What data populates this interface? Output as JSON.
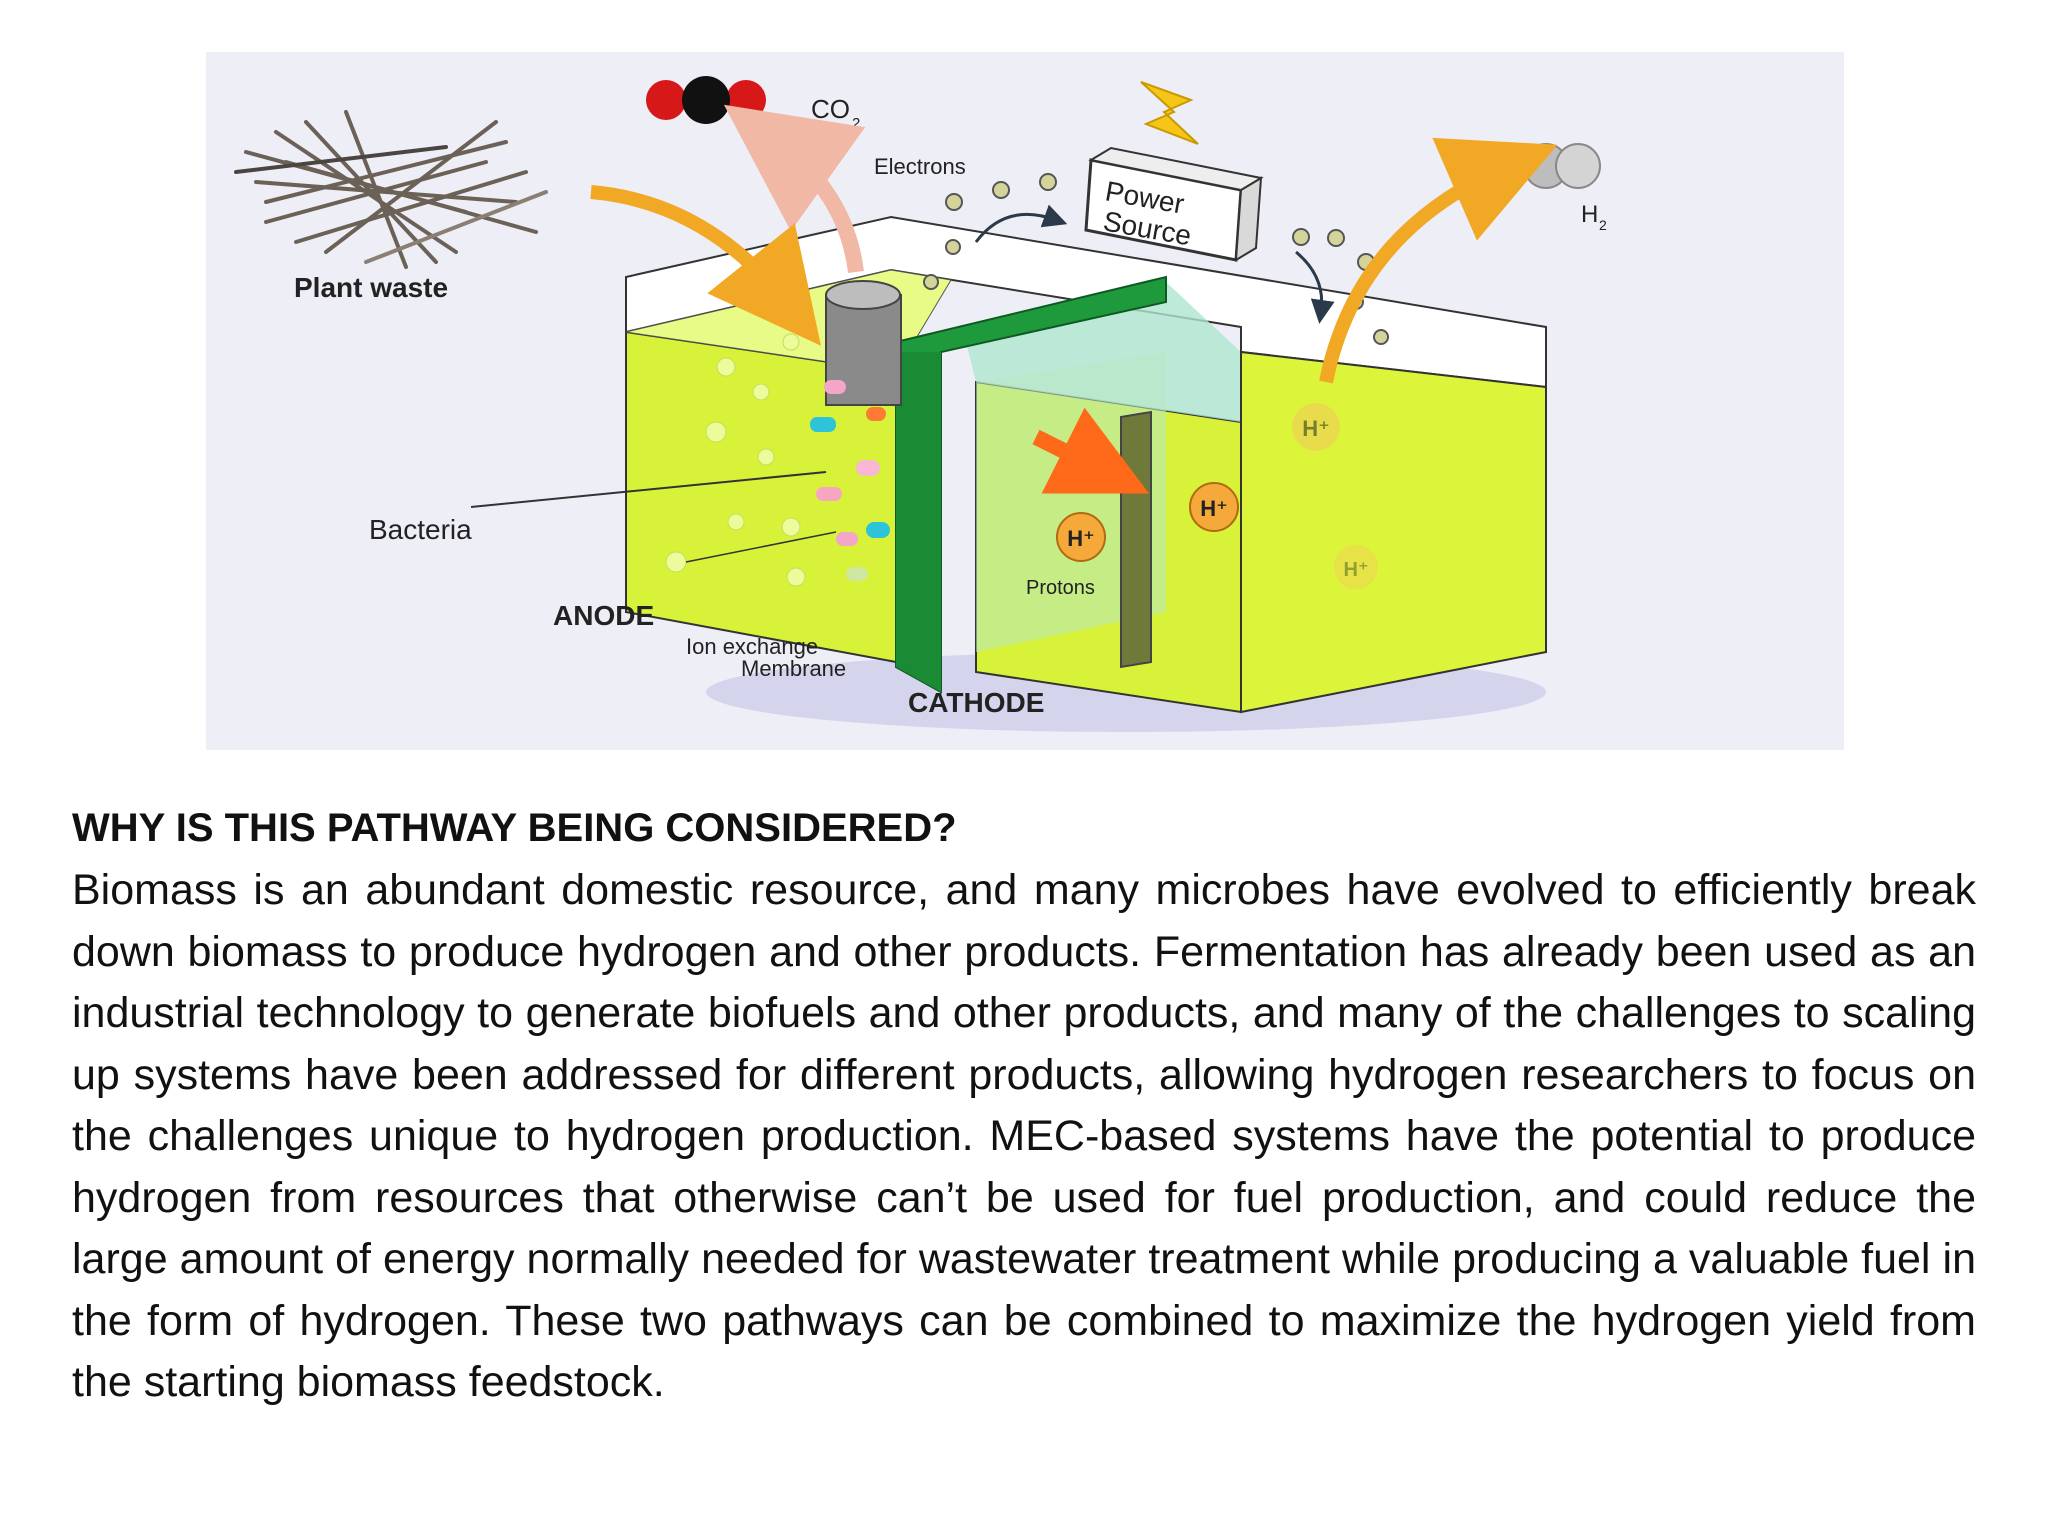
{
  "figure": {
    "labels": {
      "co2": "CO",
      "co2_sub": "2",
      "electrons": "Electrons",
      "power_source_line1": "Power",
      "power_source_line2": "Source",
      "h2": "H",
      "h2_sub": "2",
      "plant_waste": "Plant waste",
      "bacteria": "Bacteria",
      "anode": "ANODE",
      "ion_exchange_line1": "Ion exchange",
      "ion_exchange_line2": "Membrane",
      "cathode": "CATHODE",
      "protons": "Protons",
      "h_plus": "H⁺"
    },
    "colors": {
      "background": "#eeeef6",
      "liquid": "#d8f23a",
      "membrane": "#1e9a3c",
      "arrow_orange": "#f0a825",
      "proton_orange": "#ff6a1a",
      "co2_red": "#d61818"
    }
  },
  "section": {
    "heading": "WHY IS THIS PATHWAY BEING CONSIDERED?",
    "paragraph": "Biomass is an abundant domestic resource, and many microbes have evolved to efficiently break down biomass to produce hydrogen and other products. Fermentation has already been used as an industrial technology to generate biofuels and other products, and many of the challenges to scaling up systems have been addressed for different products, allowing hydrogen researchers to focus on the challenges unique to hydrogen production. MEC-based systems have the potential to produce hydrogen from resources that otherwise can’t be used for fuel production, and could reduce the large amount of energy normally needed for wastewater treatment while producing a valuable fuel in the form of hydrogen. These two pathways can be combined to maximize the hydrogen yield from the starting biomass feedstock."
  }
}
